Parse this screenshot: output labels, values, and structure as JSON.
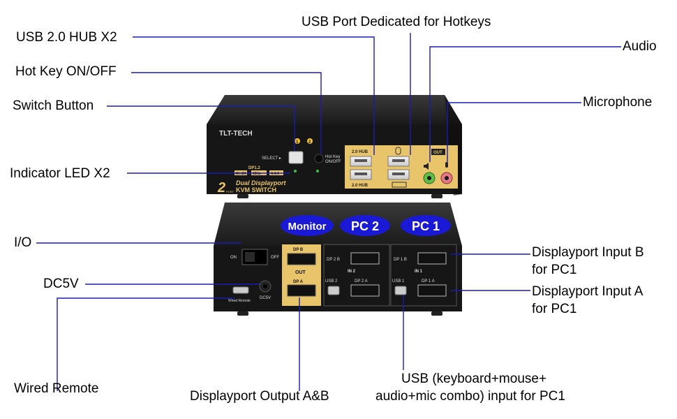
{
  "callouts": {
    "usb_hub": "USB 2.0 HUB X2",
    "hotkey_onoff": "Hot Key ON/OFF",
    "switch_button": "Switch Button",
    "indicator_led": "Indicator LED X2",
    "usb_hotkeys": "USB Port Dedicated for Hotkeys",
    "audio": "Audio",
    "microphone": "Microphone",
    "io": "I/O",
    "dc5v": "DC5V",
    "wired_remote": "Wired Remote",
    "dp_output": "Displayport Output A&B",
    "usb_input_line1": "USB (keyboard+mouse+",
    "usb_input_line2": "audio+mic combo) input for PC1",
    "dp_input_b_line1": "Displayport Input B",
    "dp_input_b_line2": "for PC1",
    "dp_input_a_line1": "Displayport Input A",
    "dp_input_a_line2": "for PC1"
  },
  "front_panel": {
    "brand": "TLT-TECH",
    "select_label": "SELECT ▸",
    "led1": "1",
    "led2": "2",
    "hotkey_label_1": "Hot Key",
    "hotkey_label_2": "ON/OFF",
    "hub_label_top": "2.0 HUB",
    "hub_label_bottom": "2.0 HUB",
    "out_label": "OUT",
    "logo_number": "2",
    "logo_port": "PORT",
    "logo_line1": "Dual Displayport",
    "logo_line2": "KVM SWITCH",
    "badge_dp": "DP1.2",
    "badge_4k": "4K+2K",
    "badge_hz": "60Hz",
    "badge_444": "4:4:4"
  },
  "back_panel": {
    "badge_monitor": "Monitor",
    "badge_pc2": "PC 2",
    "badge_pc1": "PC 1",
    "on_label": "ON",
    "off_label": "OFF",
    "dcv_label": "DC5V",
    "wired_remote_label": "Wired Remote",
    "out_label": "OUT",
    "dp_b_out": "DP B",
    "dp_a_out": "DP A",
    "pc2_dp_b": "DP 2 B",
    "pc2_dp_a": "DP 2 A",
    "pc2_in": "IN 2",
    "pc2_usb": "USB 2",
    "pc1_dp_b": "DP 1 B",
    "pc1_dp_a": "DP 1 A",
    "pc1_in": "IN 1",
    "pc1_usb": "USB 1"
  },
  "colors": {
    "line": "#1b1bb0",
    "gold": "#e8c46a",
    "badge_blue": "#1a1ad6",
    "device": "#1c1c1c"
  }
}
